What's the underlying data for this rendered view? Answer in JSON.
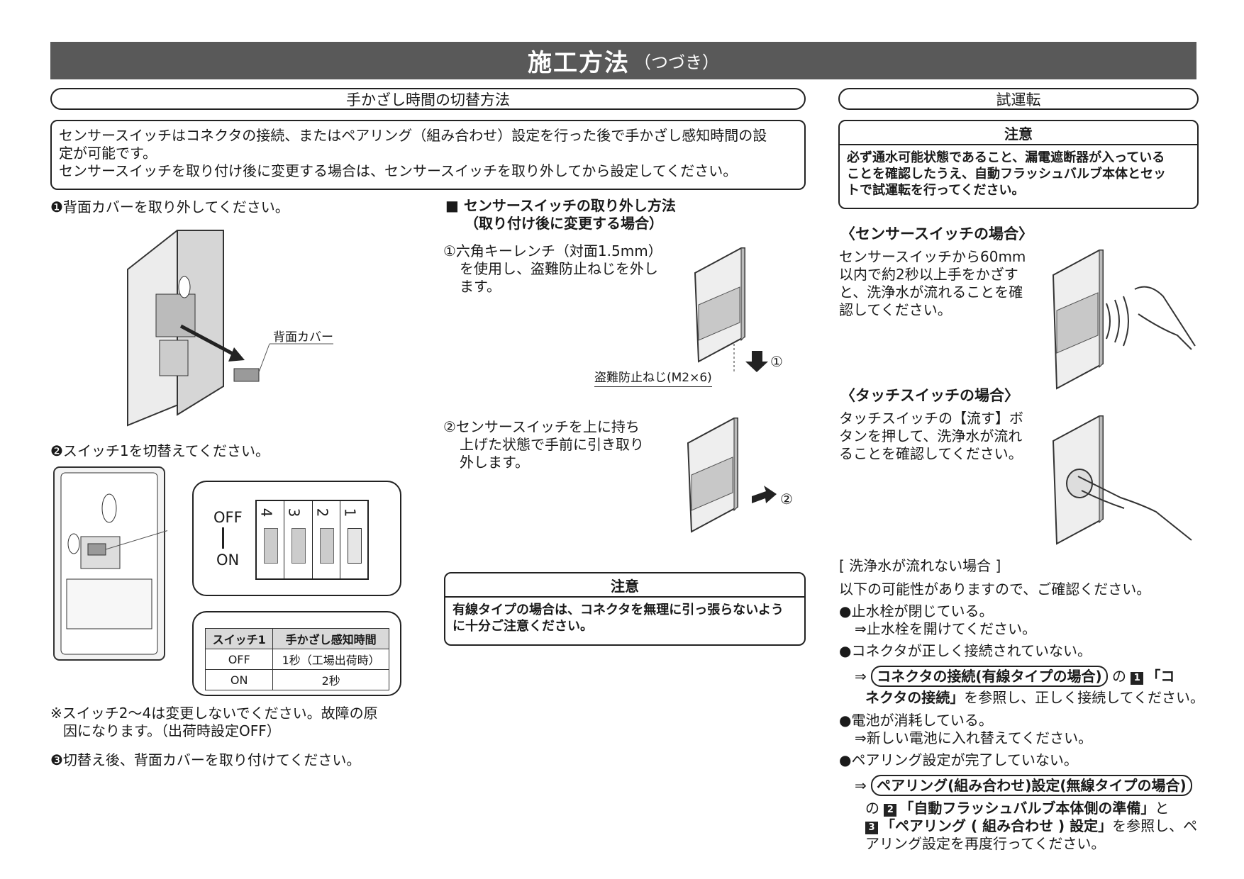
{
  "header": {
    "title": "施工方法",
    "subtitle": "（つづき）"
  },
  "left": {
    "section_title": "手かざし時間の切替方法",
    "intro_lines": [
      "センサースイッチはコネクタの接続、またはペアリング（組み合わせ）設定を行った後で手かざし感知時間の設",
      "定が可能です。",
      "センサースイッチを取り付け後に変更する場合は、センサースイッチを取り外してから設定してください。"
    ],
    "step1": "❶背面カバーを取り外してください。",
    "back_cover_label": "背面カバー",
    "step2": "❷スイッチ1を切替えてください。",
    "dip": {
      "off": "OFF",
      "on": "ON",
      "numbers": [
        "4",
        "3",
        "2",
        "1"
      ]
    },
    "table": {
      "headers": [
        "スイッチ1",
        "手かざし感知時間"
      ],
      "rows": [
        [
          "OFF",
          "1秒（工場出荷時）"
        ],
        [
          "ON",
          "2秒"
        ]
      ]
    },
    "note_lines": [
      "※スイッチ2〜4は変更しないでください。故障の原",
      "因になります。（出荷時設定OFF）"
    ],
    "step3": "❸切替え後、背面カバーを取り付けてください。"
  },
  "middle": {
    "removal_title_1": "■ センサースイッチの取り外し方法",
    "removal_title_2": "（取り付け後に変更する場合）",
    "step1_lines": [
      "①六角キーレンチ（対面1.5mm）",
      "を使用し、盗難防止ねじを外し",
      "ます。"
    ],
    "screw_label": "盗難防止ねじ(M2×6)",
    "mark1": "①",
    "step2_lines": [
      "②センサースイッチを上に持ち",
      "上げた状態で手前に引き取り",
      "外します。"
    ],
    "mark2": "②",
    "caution": {
      "title": "注意",
      "lines": [
        "有線タイプの場合は、コネクタを無理に引っ張らないよう",
        "に十分ご注意ください。"
      ]
    }
  },
  "right": {
    "section_title": "試運転",
    "caution": {
      "title": "注意",
      "lines": [
        "必ず通水可能状態であること、漏電遮断器が入っている",
        "ことを確認したうえ、自動フラッシュバルブ本体とセッ",
        "トで試運転を行ってください。"
      ]
    },
    "sensor_heading": "〈センサースイッチの場合〉",
    "sensor_lines": [
      "センサースイッチから60mm",
      "以内で約2秒以上手をかざす",
      "と、洗浄水が流れることを確",
      "認してください。"
    ],
    "touch_heading": "〈タッチスイッチの場合〉",
    "touch_lines": [
      "タッチスイッチの【流す】ボ",
      "タンを押して、洗浄水が流れ",
      "ることを確認してください。"
    ],
    "trouble_heading": "[ 洗浄水が流れない場合 ]",
    "trouble_intro": "以下の可能性がありますので、ご確認ください。",
    "cause1": "●止水栓が閉じている。",
    "fix1": "⇒止水栓を開けてください。",
    "cause2": "●コネクタが正しく接続されていない。",
    "fix2_arrow": "⇒",
    "fix2_pill": "コネクタの接続(有線タイプの場合)",
    "fix2_mid": "の",
    "fix2_num": "1",
    "fix2_ref1": "「コ",
    "fix2_ref2": "ネクタの接続」",
    "fix2_rest": "を参照し、正しく接続してください。",
    "cause3": "●電池が消耗している。",
    "fix3": "⇒新しい電池に入れ替えてください。",
    "cause4": "●ペアリング設定が完了していない。",
    "fix4_arrow": "⇒",
    "fix4_pill": "ペアリング(組み合わせ)設定(無線タイプの場合)",
    "fix4_no": "の",
    "fix4_num2": "2",
    "fix4_ref2": "「自動フラッシュバルブ本体側の準備」",
    "fix4_to": "と",
    "fix4_num3": "3",
    "fix4_ref3": "「ペアリング ( 組み合わせ ) 設定」",
    "fix4_rest1": "を参照し、ペ",
    "fix4_rest2": "アリング設定を再度行ってください。"
  }
}
